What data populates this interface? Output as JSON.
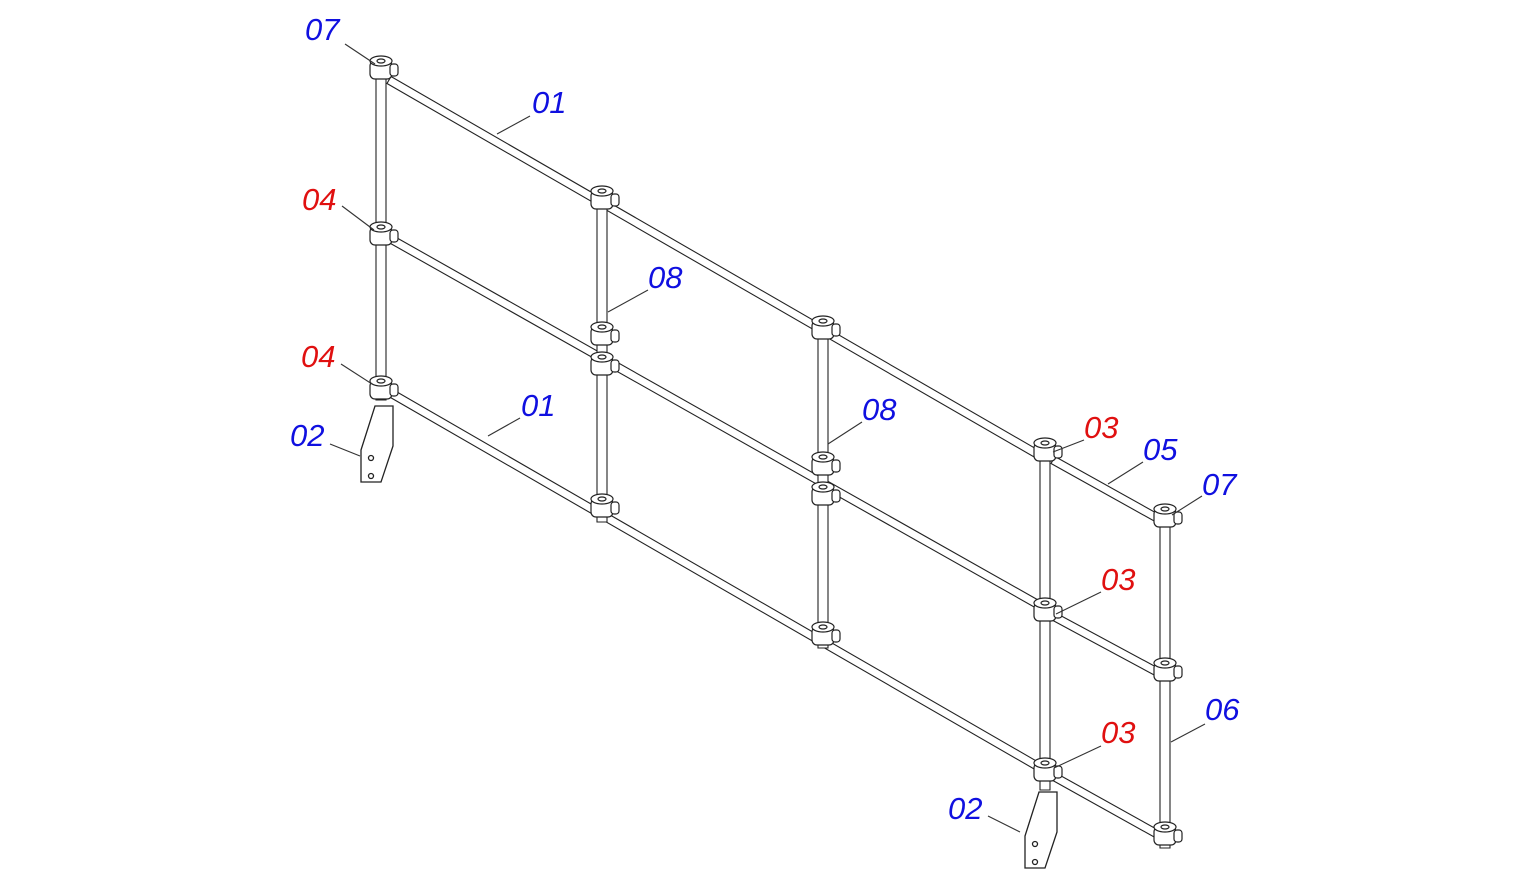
{
  "colors": {
    "part_label_blue": "#1010e0",
    "part_label_red": "#e01010",
    "line": "#222222"
  },
  "callouts": [
    {
      "text": "07",
      "color": "blue"
    },
    {
      "text": "01",
      "color": "blue"
    },
    {
      "text": "04",
      "color": "red"
    },
    {
      "text": "08",
      "color": "blue"
    },
    {
      "text": "04",
      "color": "red"
    },
    {
      "text": "01",
      "color": "blue"
    },
    {
      "text": "02",
      "color": "blue"
    },
    {
      "text": "08",
      "color": "blue"
    },
    {
      "text": "03",
      "color": "red"
    },
    {
      "text": "05",
      "color": "blue"
    },
    {
      "text": "07",
      "color": "blue"
    },
    {
      "text": "03",
      "color": "red"
    },
    {
      "text": "06",
      "color": "blue"
    },
    {
      "text": "03",
      "color": "red"
    },
    {
      "text": "02",
      "color": "blue"
    }
  ]
}
